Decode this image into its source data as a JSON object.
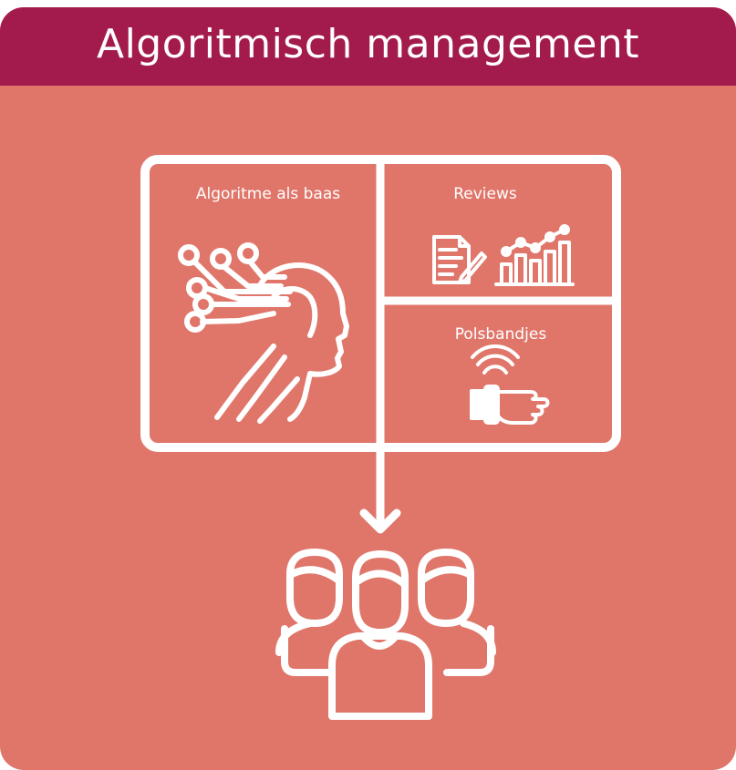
{
  "title": "Algoritmisch management",
  "panels": {
    "left": {
      "label": "Algoritme als baas",
      "icon": "ai-head-circuit-icon"
    },
    "top_right": {
      "label": "Reviews",
      "icons": [
        "document-pen-icon",
        "bar-chart-trend-icon"
      ]
    },
    "bottom_right": {
      "label": "Polsbandjes",
      "icon": "smart-wristband-icon"
    }
  },
  "arrow": "arrow-down-icon",
  "group_icon": "workers-group-icon",
  "colors": {
    "background": "#e0766a",
    "header": "#a31a4c",
    "foreground": "#ffffff"
  }
}
